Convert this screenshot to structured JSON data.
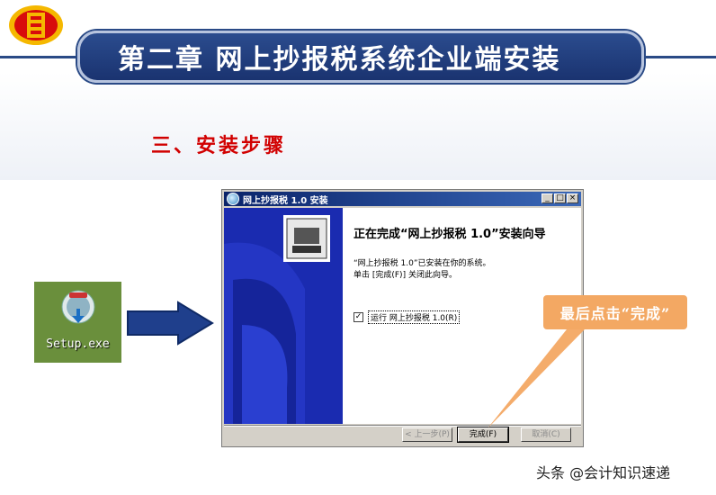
{
  "slide": {
    "title": "第二章 网上抄报税系统企业端安装",
    "section": "三、安装步骤"
  },
  "desktop_icon": {
    "label": "Setup.exe"
  },
  "window": {
    "title": "网上抄报税 1.0 安装",
    "heading": "正在完成“网上抄报税 1.0”安装向导",
    "body_line1": "“网上抄报税 1.0”已安装在你的系统。",
    "body_line2": "单击 [完成(F)] 关闭此向导。",
    "checkbox_checked": true,
    "checkbox_label": "运行 网上抄报税 1.0(R)",
    "buttons": {
      "back": "< 上一步(P)",
      "finish": "完成(F)",
      "cancel": "取消(C)"
    }
  },
  "callout": {
    "text": "最后点击“完成”"
  },
  "watermark": "头条 @会计知识速递",
  "colors": {
    "title_bar": "#1a3370",
    "section_text": "#d10000",
    "callout_bg": "#f3a863",
    "arrow": "#1f3f8c",
    "wizard_sidebar": "#1a2bb0"
  }
}
